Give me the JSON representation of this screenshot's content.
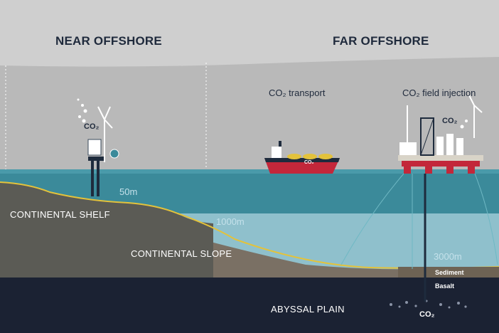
{
  "headings": {
    "near": "NEAR OFFSHORE",
    "far": "FAR OFFSHORE"
  },
  "captions": {
    "transport": "CO₂ transport",
    "injection": "CO₂ field injection"
  },
  "zones": {
    "shelf": "CONTINENTAL SHELF",
    "slope": "CONTINENTAL SLOPE",
    "plain": "ABYSSAL PLAIN"
  },
  "depths": {
    "d50": "50m",
    "d1000": "1000m",
    "d3000": "3000m"
  },
  "layers": {
    "sediment": "Sediment",
    "basalt": "Basalt"
  },
  "co2_marks": {
    "near": "CO₂",
    "far": "CO₂",
    "ship": "CO₂",
    "seabed": "CO₂"
  },
  "colors": {
    "sky": "#cfcfcf",
    "sea": "#3b8a9a",
    "deep_water": "#8fc0cc",
    "shelf": "#5b5b55",
    "slope": "#7a7064",
    "basalt": "#1b2233",
    "pipeline": "#e3c23b",
    "ship_hull": "#c3273a"
  }
}
